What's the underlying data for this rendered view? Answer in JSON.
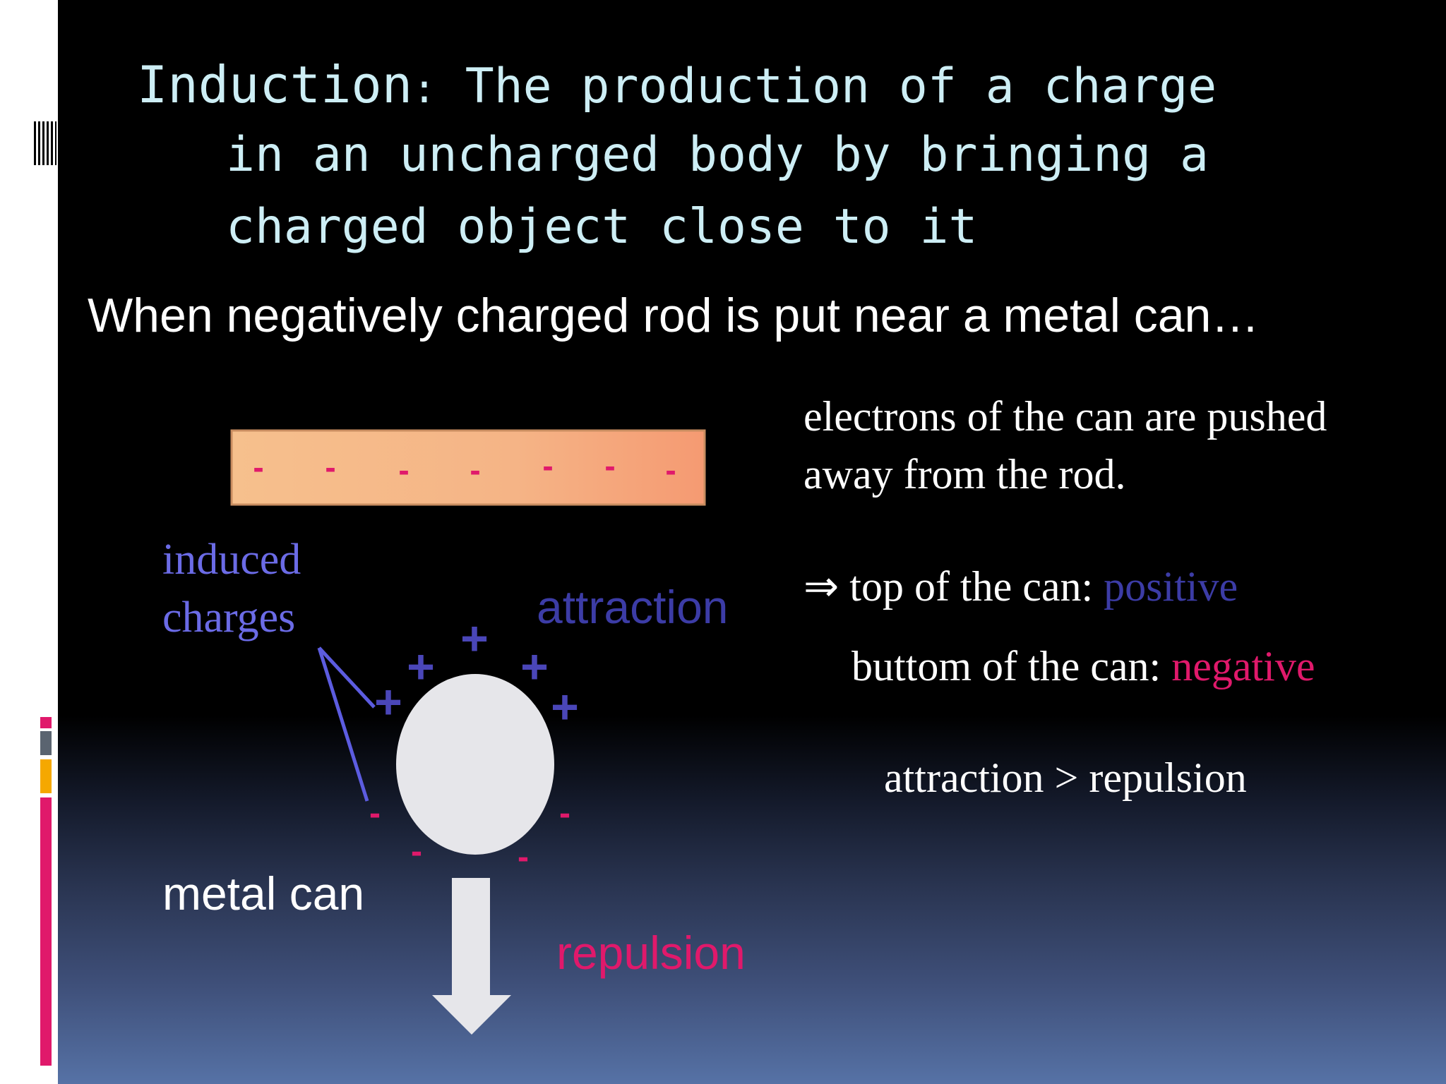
{
  "title": {
    "term": "Induction",
    "colon": ":",
    "line1": " The production of a charge",
    "line2": "in an uncharged body by bringing a",
    "line3": "charged object close to it"
  },
  "subtitle": "When negatively charged rod is put near a metal can…",
  "diagram": {
    "rod_charges": [
      "-",
      "-",
      "-",
      "-",
      "-",
      "-",
      "-"
    ],
    "label_induced": [
      "induced",
      "charges"
    ],
    "label_attraction": "attraction",
    "label_metal_can": "metal can",
    "label_repulsion": "repulsion",
    "plus_sign": "+",
    "minus_sign": "-"
  },
  "explanation": {
    "line1": "electrons of the can are pushed",
    "line2": "away from the rod.",
    "implies_symbol": "⇒",
    "top_prefix": " top of the can: ",
    "top_value": "positive",
    "bottom_prefix": "buttom of the can: ",
    "bottom_value": "negative",
    "comparison": "attraction > repulsion"
  },
  "colors": {
    "title": "#cdeef5",
    "positive": "#4a46b8",
    "negative": "#e0196b",
    "induced_label": "#6b6be6",
    "rod": "#f2b27f",
    "can": "#e6e6ea"
  }
}
